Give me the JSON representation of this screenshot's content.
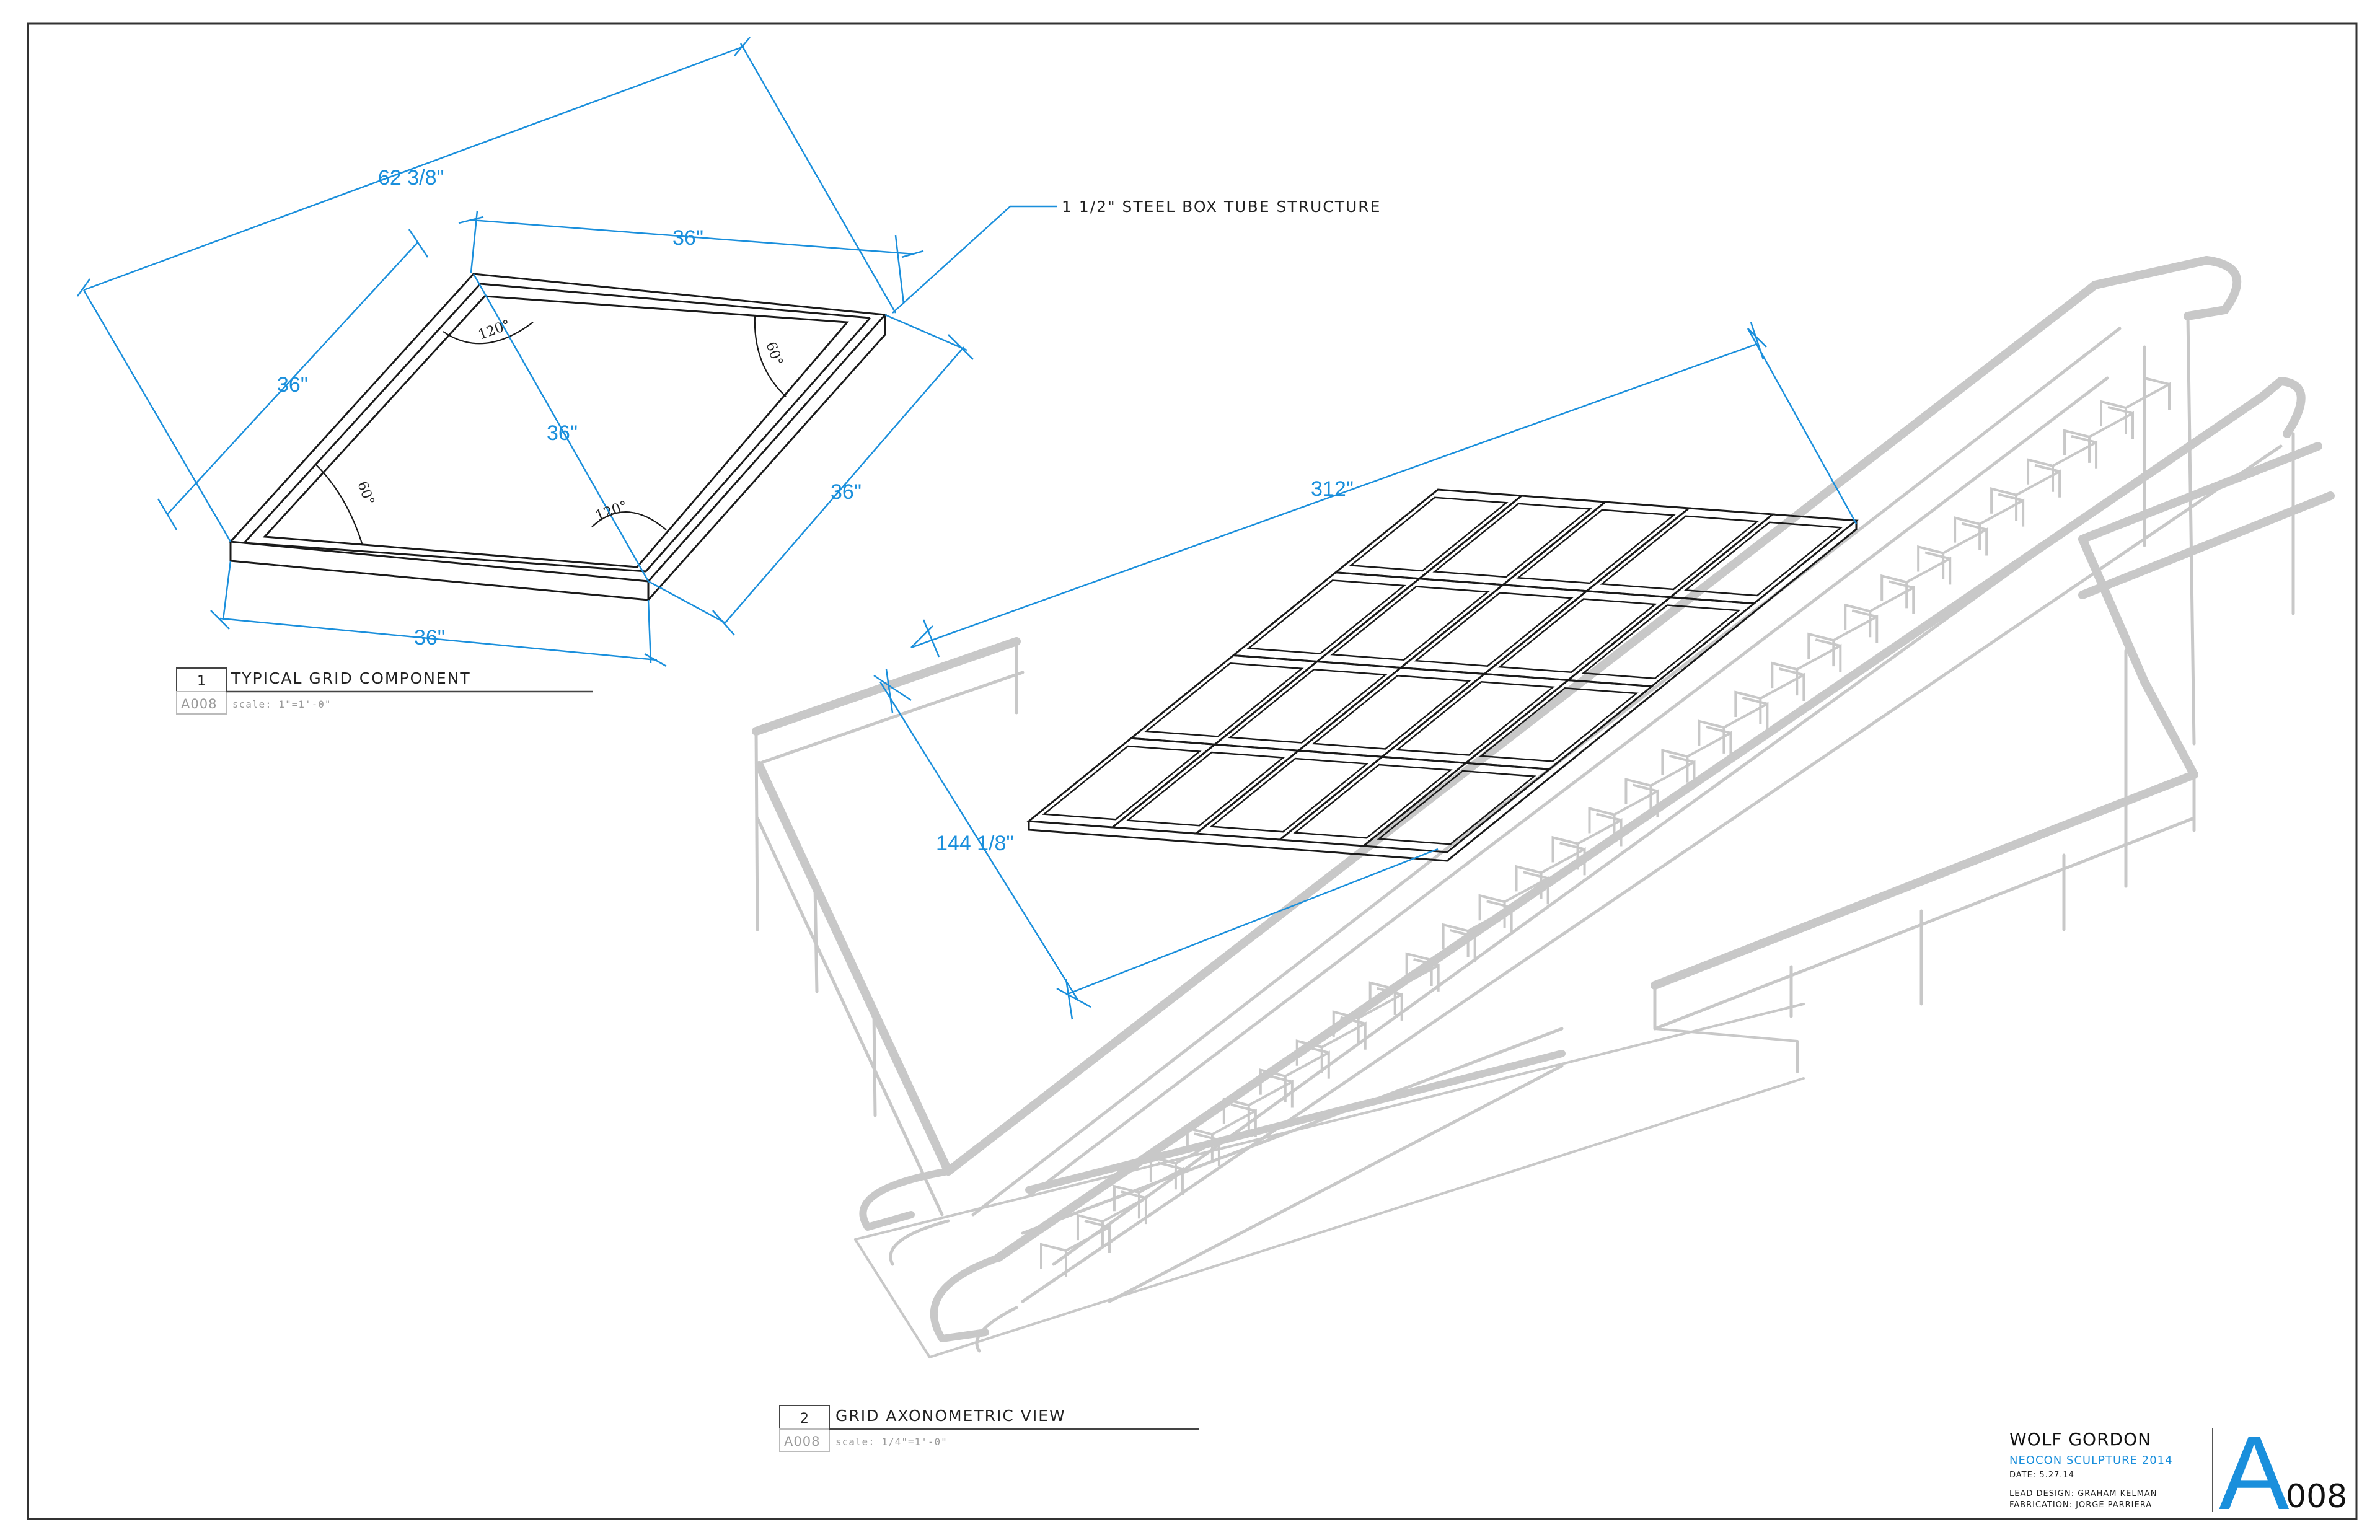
{
  "frame": {
    "border_color": "#333333"
  },
  "colors": {
    "dimension": "#1a8fdc",
    "structure": "#1a1a1a",
    "background_drawing": "#c8c8c8"
  },
  "detail1": {
    "dims": {
      "diagonal": "62 3/8\"",
      "top_edge": "36\"",
      "left_edge": "36\"",
      "center": "36\"",
      "right_edge": "36\"",
      "bottom_edge": "36\""
    },
    "angles": {
      "top_left": "120°",
      "top_right": "60°",
      "bottom_left": "60°",
      "bottom_right": "120°"
    },
    "callout": "1 1/2\" STEEL BOX TUBE STRUCTURE",
    "title_block": {
      "number": "1",
      "title": "TYPICAL GRID COMPONENT",
      "sheet": "A008",
      "scale": "scale: 1\"=1'-0\""
    }
  },
  "detail2": {
    "dims": {
      "length": "312\"",
      "width": "144 1/8\""
    },
    "grid": {
      "rows": 4,
      "cols": 5
    },
    "title_block": {
      "number": "2",
      "title": "GRID AXONOMETRIC VIEW",
      "sheet": "A008",
      "scale": "scale: 1/4\"=1'-0\""
    }
  },
  "title_block": {
    "company": "WOLF GORDON",
    "project": "NEOCON SCULPTURE 2014",
    "date": "DATE: 5.27.14",
    "lead_design": "LEAD DESIGN:  GRAHAM KELMAN",
    "fabrication": "FABRICATION:  JORGE  PARRIERA",
    "sheet_letter": "A",
    "sheet_number": "008"
  }
}
